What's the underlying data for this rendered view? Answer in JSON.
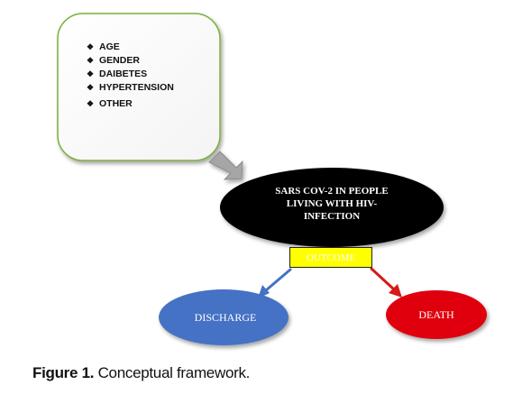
{
  "factors": {
    "bullet_symbol": "❖",
    "items": [
      "AGE",
      "GENDER",
      "DAIBETES",
      "HYPERTENSION",
      "OTHER"
    ]
  },
  "center_node": {
    "line1": "SARS COV-2 IN PEOPLE",
    "line2": "LIVING WITH HIV-",
    "line3": "INFECTION"
  },
  "outcome_label": "OUTCOME",
  "discharge_label": "DISCHARGE",
  "death_label": "DEATH",
  "caption": {
    "label": "Figure 1.",
    "text": " Conceptual framework."
  },
  "colors": {
    "factors_box_fill": "#ffffff",
    "factors_box_border": "#7ab03a",
    "center_node_fill": "#000000",
    "outcome_fill": "#ffff00",
    "discharge_fill": "#4472c4",
    "death_fill": "#e0000c",
    "arrow_gray": "#a6a6a6",
    "arrow_blue": "#4472c4",
    "arrow_red": "#d41a1a"
  },
  "icons": {
    "factors_to_center": "block-arrow-icon",
    "to_discharge": "arrow-icon",
    "to_death": "arrow-icon"
  }
}
